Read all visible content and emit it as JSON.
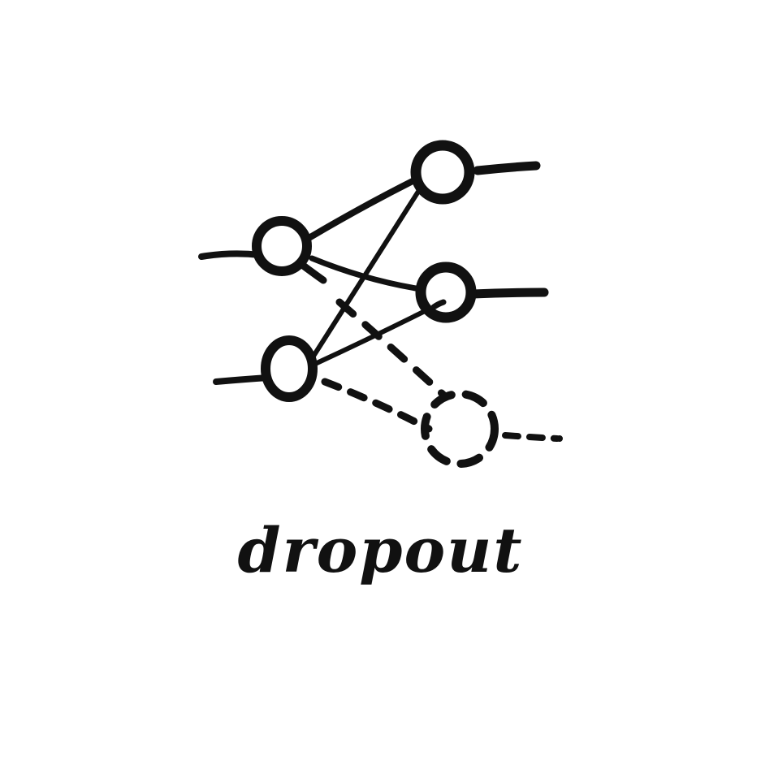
{
  "caption": "dropout",
  "colors": {
    "ink": "#111111",
    "background": "#ffffff"
  },
  "network": {
    "input_layer": [
      {
        "id": "in-1",
        "status": "active"
      },
      {
        "id": "in-2",
        "status": "active"
      }
    ],
    "output_layer": [
      {
        "id": "out-1",
        "status": "active"
      },
      {
        "id": "out-2",
        "status": "active"
      },
      {
        "id": "out-3",
        "status": "dropped"
      }
    ],
    "connections": [
      {
        "from": "in-1",
        "to": "out-1",
        "style": "solid"
      },
      {
        "from": "in-1",
        "to": "out-2",
        "style": "solid"
      },
      {
        "from": "in-1",
        "to": "out-3",
        "style": "dashed"
      },
      {
        "from": "in-2",
        "to": "out-1",
        "style": "solid"
      },
      {
        "from": "in-2",
        "to": "out-2",
        "style": "solid"
      },
      {
        "from": "in-2",
        "to": "out-3",
        "style": "dashed"
      }
    ]
  }
}
